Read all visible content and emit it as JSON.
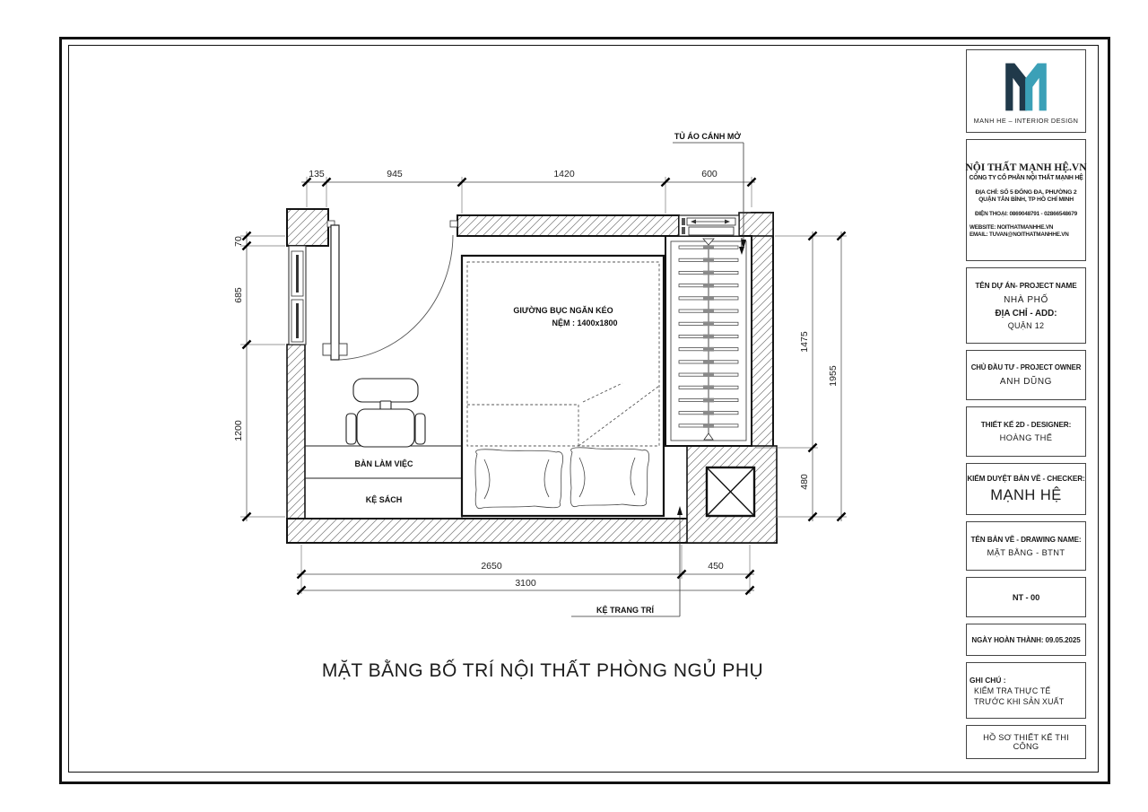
{
  "page": {
    "main_title": "MẶT BẰNG BỐ TRÍ NỘI THẤT PHÒNG NGỦ PHỤ"
  },
  "plan": {
    "labels": {
      "wardrobe": "TỦ ÁO CÁNH MỞ",
      "bed_line1": "GIƯỜNG BỤC NGĂN KÉO",
      "bed_line2": "NỆM : 1400x1800",
      "desk": "BÀN LÀM VIỆC",
      "bookshelf": "KỆ SÁCH",
      "decor_shelf": "KỆ TRANG TRÍ"
    },
    "dims": {
      "top": [
        "135",
        "945",
        "1420",
        "600"
      ],
      "left": [
        "70",
        "685",
        "1200"
      ],
      "right_inner": [
        "1475",
        "480"
      ],
      "right_outer": "1955",
      "bottom_inner": [
        "2650",
        "450"
      ],
      "bottom_outer": "3100"
    }
  },
  "title_block": {
    "brand": {
      "tagline": "MANH HE – INTERIOR DESIGN",
      "logo_dark": "#20394a",
      "logo_teal": "#3ba0b7"
    },
    "company": {
      "website_title": "NỘI THẤT MẠNH HỆ.VN",
      "name": "CÔNG TY CỔ PHẦN NỘI THẤT MẠNH HỆ",
      "address_line1": "ĐỊA CHỈ: SỐ 5 ĐỐNG ĐA, PHƯỜNG 2",
      "address_line2": "QUẬN TÂN BÌNH, TP HỒ CHÍ MINH",
      "phone": "ĐIỆN THOẠI: 0869048791  -  02866548679",
      "website": "WEBSITE: NOITHATMANHHE.VN",
      "email": "EMAIL:   TUVAN@NOITHATMANHHE.VN"
    },
    "project": {
      "heading": "TÊN DỰ ÁN- PROJECT NAME",
      "name": "NHÀ PHỐ",
      "address_heading": "ĐỊA CHỈ - ADD:",
      "address": "QUẬN 12"
    },
    "owner": {
      "heading": "CHỦ ĐẦU TƯ - PROJECT OWNER",
      "name": "ANH DŨNG"
    },
    "designer": {
      "heading": "THIẾT KẾ 2D - DESIGNER:",
      "name": "HOÀNG THẾ"
    },
    "checker": {
      "heading": "KIỂM DUYỆT BẢN VẼ - CHECKER:",
      "name": "MẠNH HỆ"
    },
    "drawing": {
      "heading": "TÊN BẢN VẼ - DRAWING NAME:",
      "name": "MẶT BẰNG - BTNT"
    },
    "sheet_number": "NT - 00",
    "completion_date": "NGÀY HOÀN THÀNH: 09.05.2025",
    "notes": {
      "heading": "GHI CHÚ :",
      "line1": "KIỂM TRA THỰC TẾ",
      "line2": "TRƯỚC KHI SẢN XUẤT"
    },
    "document_type": "HỒ SƠ THIẾT KẾ THI CÔNG"
  }
}
